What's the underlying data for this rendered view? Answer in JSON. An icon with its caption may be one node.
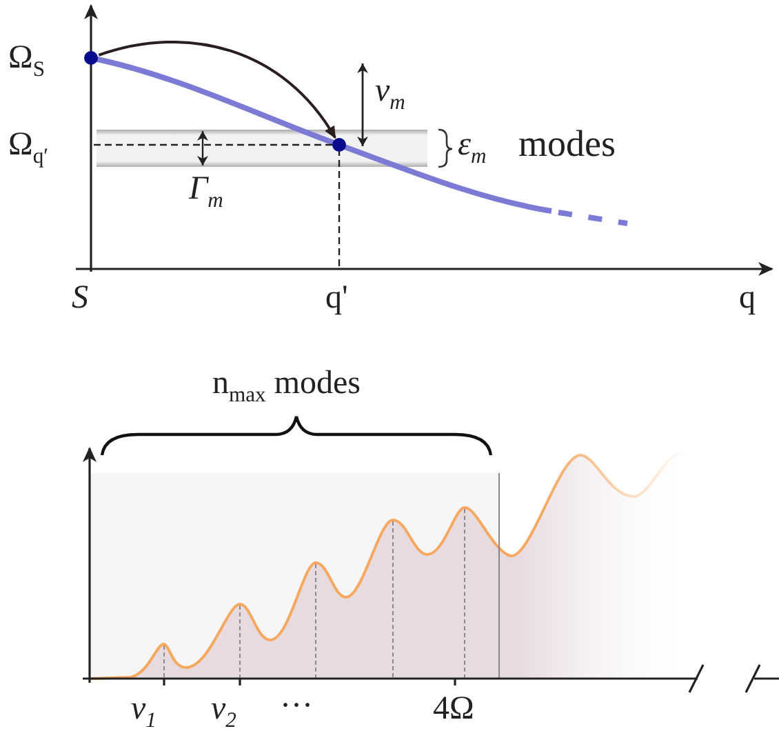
{
  "diagram": {
    "nodes": [
      {
        "text": [],
        "shape": "circle"
      },
      {
        "text": [],
        "shape": "circle"
      }
    ],
    "edges": [
      {
        "from": 0,
        "to": 1,
        "arrow": "to"
      }
    ],
    "labels": [
      "Ω$_{S}$",
      "Ω$_{q′}$",
      "ν$_{m}$",
      "Γ$_{m}$",
      "ε$_{m}$",
      "modes",
      "S",
      "q'",
      "q",
      "n$_{max}$ modes",
      "ν$_{1}$",
      "ν$_{2}$",
      "···",
      "4Ω"
    ]
  }
}
